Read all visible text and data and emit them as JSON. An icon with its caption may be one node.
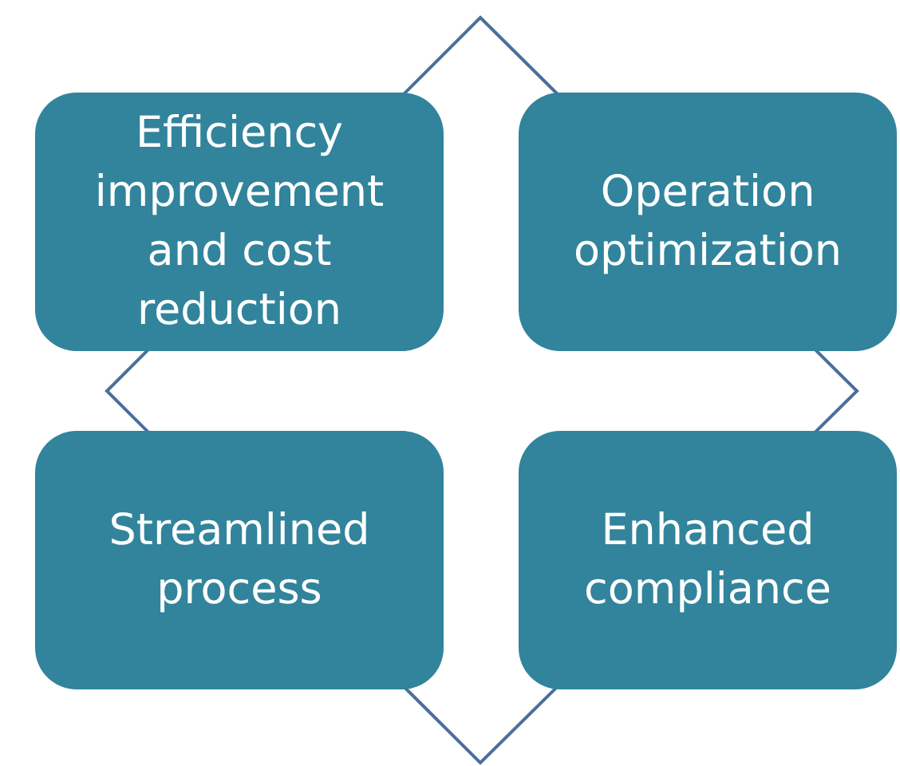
{
  "diagram": {
    "nodes": [
      {
        "text": [
          "Efficiency improvement and cost reduction"
        ]
      },
      {
        "text": [
          "Operation optimization"
        ]
      },
      {
        "text": [
          "Streamlined process"
        ]
      },
      {
        "text": [
          "Enhanced compliance"
        ]
      }
    ]
  }
}
